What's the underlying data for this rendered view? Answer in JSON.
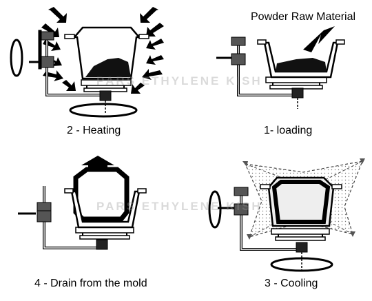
{
  "captions": {
    "heating": "2 - Heating",
    "loading": "1- loading",
    "drain": "4 - Drain from the mold",
    "cooling": "3 - Cooling"
  },
  "labels": {
    "powder": "Powder Raw Material"
  },
  "watermark": "PARS ETHYLENE KISH"
}
